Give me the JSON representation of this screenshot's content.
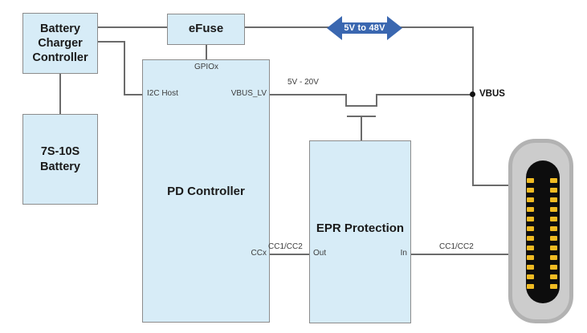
{
  "colors": {
    "block-fill": "#d7ecf7",
    "block-border": "#8c8c8c",
    "wire": "#6b6b6b",
    "arrow-blue": "#3a67b0",
    "text-dark": "#1a1a1a",
    "label-gray": "#3d3d3d",
    "shell": "#cccccc",
    "shell-border": "#b2b2b2",
    "tongue": "#0d0d0d",
    "pin-gold": "#f0bb22"
  },
  "blocks": {
    "battery_charger": {
      "label": "Battery Charger Controller"
    },
    "battery": {
      "label": "7S-10S Battery"
    },
    "efuse": {
      "label": "eFuse"
    },
    "pd_controller": {
      "label": "PD Controller",
      "pins": {
        "gpiox": "GPIOx",
        "i2c_host": "I2C Host",
        "vbus_lv": "VBUS_LV",
        "ccx": "CCx"
      }
    },
    "epr_protection": {
      "label": "EPR Protection",
      "pins": {
        "out": "Out",
        "in": "In"
      }
    }
  },
  "labels": {
    "arrow_range": "5V to 48V",
    "vbus_lv_range": "5V - 20V",
    "vbus_net": "VBUS",
    "cc_pd_to_epr": "CC1/CC2",
    "cc_epr_to_connector": "CC1/CC2"
  },
  "connector": {
    "name": "usb-c-receptacle",
    "pins_per_side": 12
  }
}
